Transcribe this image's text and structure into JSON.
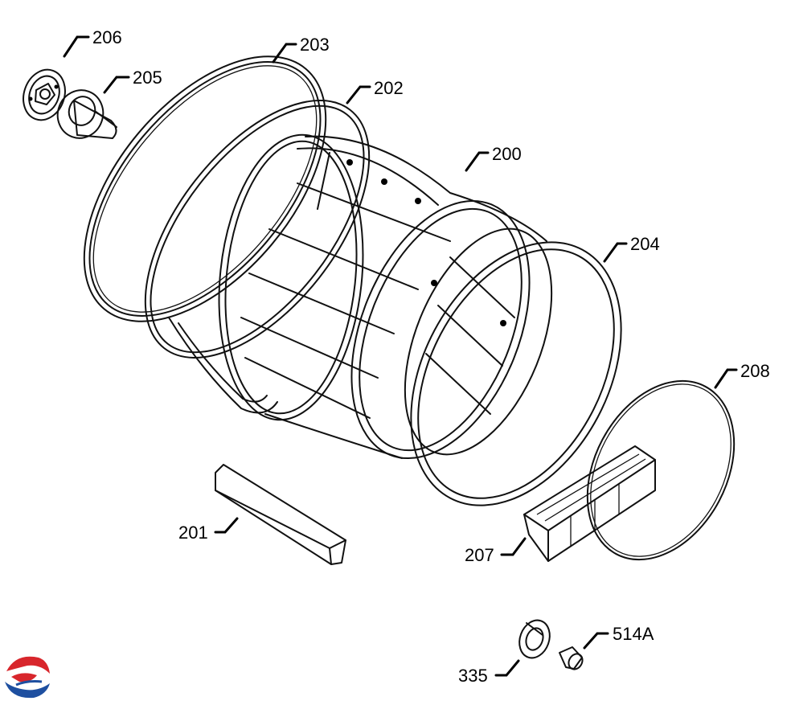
{
  "callouts": {
    "p200": "200",
    "p201": "201",
    "p202": "202",
    "p203": "203",
    "p204": "204",
    "p205": "205",
    "p206": "206",
    "p207": "207",
    "p208": "208",
    "p335": "335",
    "p514a": "514A"
  },
  "colors": {
    "line": "#111111",
    "logo_red": "#d8262c",
    "logo_blue": "#1e4fa0"
  },
  "logo_icon": "brand-swirl-icon"
}
